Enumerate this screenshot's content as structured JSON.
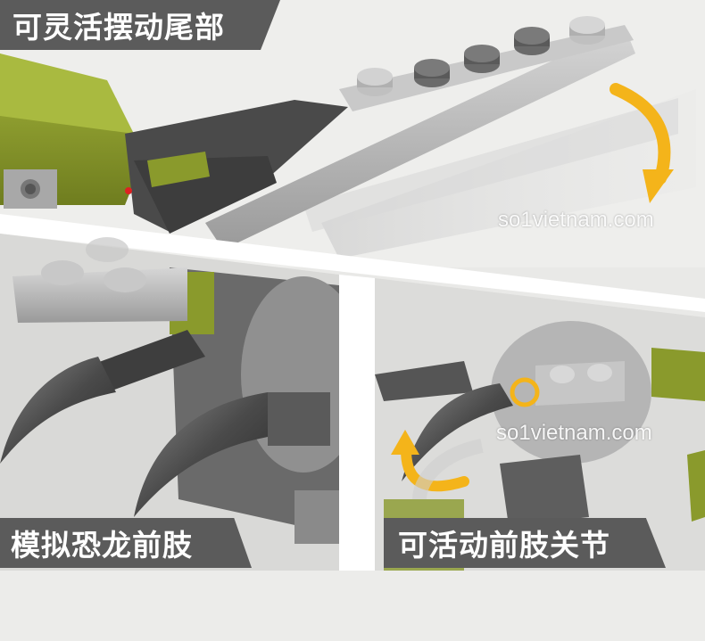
{
  "captions": {
    "top": "可灵活摆动尾部",
    "bottom_left": "模拟恐龙前肢",
    "bottom_right": "可活动前肢关节"
  },
  "watermarks": [
    "so1vietnam.com",
    "so1vietnam.com"
  ],
  "colors": {
    "background": "#e9e9e7",
    "olive_brick": "#8a9a2c",
    "dark_brick": "#4a4a4a",
    "light_brick": "#b8b8b8",
    "caption_bg": "#5b5b5b",
    "rotation_arrow": "#f4b41a"
  },
  "icons": [
    "rotation-arrow-icon",
    "rotation-arrow-icon",
    "rotation-arrow-icon"
  ]
}
